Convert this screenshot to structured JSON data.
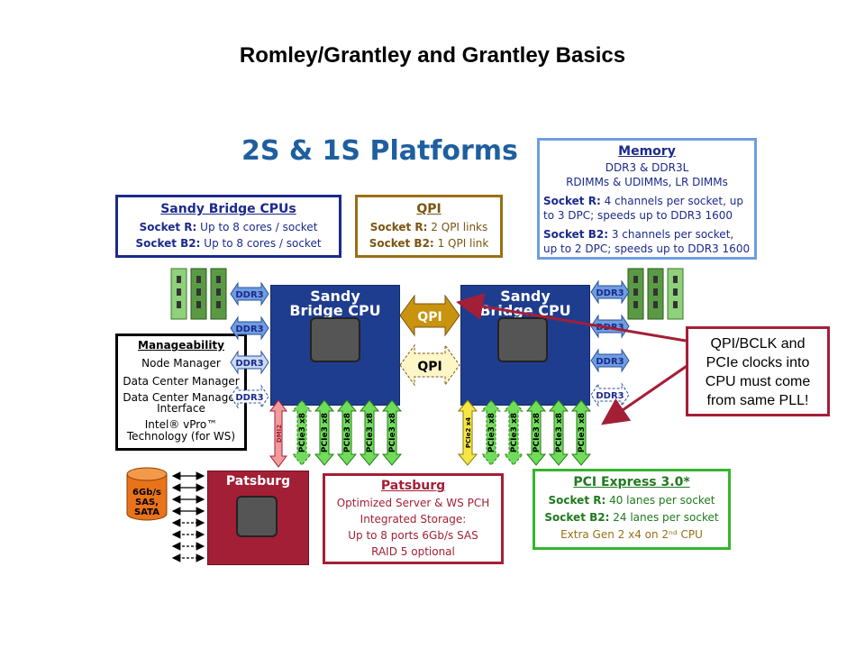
{
  "slide": {
    "title": "Romley/Grantley and Grantley Basics"
  },
  "platform": {
    "title": "2S & 1S Platforms"
  },
  "sandy_bridge_box": {
    "heading": "Sandy Bridge CPUs",
    "socket_r_label": "Socket R:",
    "socket_r_text": "Up to 8 cores / socket",
    "socket_b2_label": "Socket B2:",
    "socket_b2_text": "Up to 8 cores / socket"
  },
  "qpi_box": {
    "heading": "QPI",
    "socket_r_label": "Socket R:",
    "socket_r_text": "2 QPI links",
    "socket_b2_label": "Socket B2:",
    "socket_b2_text": "1 QPI link"
  },
  "memory_box": {
    "heading": "Memory",
    "line1": "DDR3 & DDR3L",
    "line2": "RDIMMs & UDIMMs, LR DIMMs",
    "socket_r_label": "Socket R:",
    "socket_r_text": "4 channels per socket, up to 3 DPC; speeds up to DDR3 1600",
    "socket_b2_label": "Socket B2:",
    "socket_b2_text": "3 channels per socket, up to 2 DPC; speeds up to DDR3 1600"
  },
  "manageability_box": {
    "heading": "Manageability",
    "items": [
      "Node Manager",
      "Data Center Manager",
      "Data Center Manager Interface",
      "Intel® vPro™ Technology (for WS)"
    ]
  },
  "patsburg_box": {
    "heading": "Patsburg",
    "lines": [
      "Optimized Server & WS PCH",
      "Integrated Storage:",
      "Up to 8 ports 6Gb/s SAS",
      "RAID 5 optional"
    ]
  },
  "pcie_box": {
    "heading": "PCI Express 3.0*",
    "socket_r_label": "Socket R:",
    "socket_r_text": "40 lanes per socket",
    "socket_b2_label": "Socket B2:",
    "socket_b2_text": "24 lanes per socket",
    "extra": "Extra Gen 2 x4 on 2ⁿᵈ CPU"
  },
  "cpu_left": {
    "label": "Sandy Bridge CPU"
  },
  "cpu_right": {
    "label": "Sandy Bridge CPU"
  },
  "pch": {
    "label": "Patsburg"
  },
  "links": {
    "qpi_solid": "QPI",
    "qpi_dashed": "QPI",
    "ddr3": "DDR3",
    "pcie3x8": "PCIe3 x8",
    "dmi2": "DMI2",
    "pcie2x4": "PCIe2 x4"
  },
  "storage": {
    "label_line1": "6Gb/s",
    "label_line2": "SAS,",
    "label_line3": "SATA"
  },
  "callout": {
    "text_line1": "QPI/BCLK and",
    "text_line2": "PCIe clocks into",
    "text_line3": "CPU must come",
    "text_line4": "from same PLL!"
  },
  "colors": {
    "cpu_blue": "#1f3d8f",
    "pch_red": "#a31f36",
    "qpi_gold": "#c8930e",
    "ddr_blue": "#6f9de0",
    "pcie_green": "#6fdc5a",
    "dmi_pink": "#f29b9b",
    "pcie2_yellow": "#f5e642"
  }
}
